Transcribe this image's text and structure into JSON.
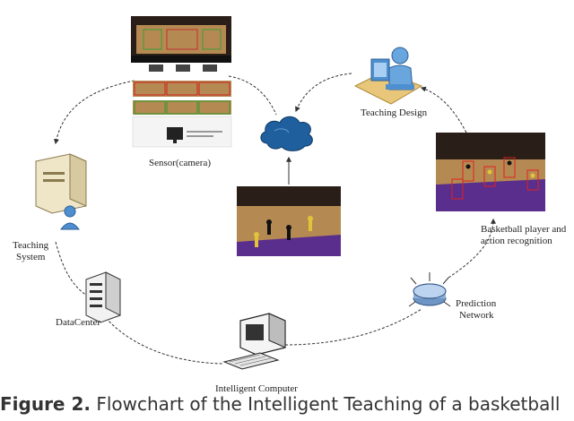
{
  "labels": {
    "teaching_design": "Teaching Design",
    "sensor": "Sensor(camera)",
    "teaching_system_line1": "Teaching",
    "teaching_system_line2": "System",
    "datacenter": "DataCenter",
    "intelligent_computer": "Intelligent Computer",
    "prediction_line1": "Prediction",
    "prediction_line2": "Network",
    "recognition_line1": "Basketball player and",
    "recognition_line2": "action recognition"
  },
  "caption": {
    "prefix": "Figure 2.",
    "text": " Flowchart of the Intelligent Teaching of a basketball"
  },
  "colors": {
    "court": "#b58a52",
    "court_dark": "#3a2a20",
    "purple": "#5a2e8c",
    "cloud_blue": "#1f5f9e",
    "person_blue": "#4e8fd0",
    "detect_red": "#e02020",
    "tower_beige": "#efe6c8"
  }
}
